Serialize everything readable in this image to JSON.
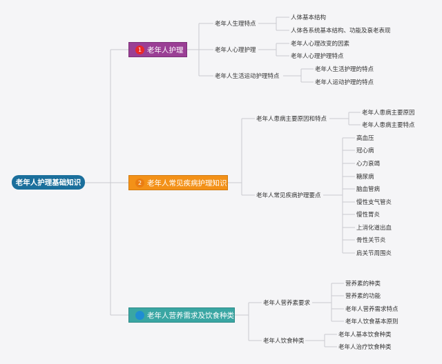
{
  "root": {
    "label": "老年人护理基础知识"
  },
  "branches": [
    {
      "label": "老年人护理",
      "number": "1",
      "subs": [
        {
          "label": "老年人生理特点",
          "leaves": [
            "人体基本结构",
            "人体各系统基本结构、功能及衰老表现"
          ]
        },
        {
          "label": "老年人心理护理",
          "leaves": [
            "老年人心理改变的因素",
            "老年人心理护理特点"
          ]
        },
        {
          "label": "老年人生活运动护理特点",
          "leaves": [
            "老年人生活护理的特点",
            "老年人运动护理的特点"
          ]
        }
      ]
    },
    {
      "label": "老年人常见疾病护理知识",
      "number": "2",
      "subs": [
        {
          "label": "老年人患病主要原因和特点",
          "leaves": [
            "老年人患病主要原因",
            "老年人患病主要特点"
          ]
        },
        {
          "label": "老年人常见疾病护理要点",
          "leaves": [
            "高血压",
            "冠心病",
            "心力衰竭",
            "糖尿病",
            "脑血管病",
            "慢性支气管炎",
            "慢性胃炎",
            "上消化道出血",
            "骨性关节炎",
            "肩关节周围炎"
          ]
        }
      ]
    },
    {
      "label": "老年人营养需求及饮食种类",
      "number": "",
      "subs": [
        {
          "label": "老年人营养素要求",
          "leaves": [
            "营养素的种类",
            "营养素的功能",
            "老年人营养需求特点",
            "老年人饮食基本原则"
          ]
        },
        {
          "label": "老年人饮食种类",
          "leaves": [
            "老年人基本饮食种类",
            "老年人治疗饮食种类"
          ]
        }
      ]
    }
  ],
  "colors": {
    "root": "#1b6f9c",
    "branch1": "#9a3f95",
    "branch2": "#f39118",
    "branch3": "#3aa6a3",
    "line": "#c9c9cf"
  }
}
